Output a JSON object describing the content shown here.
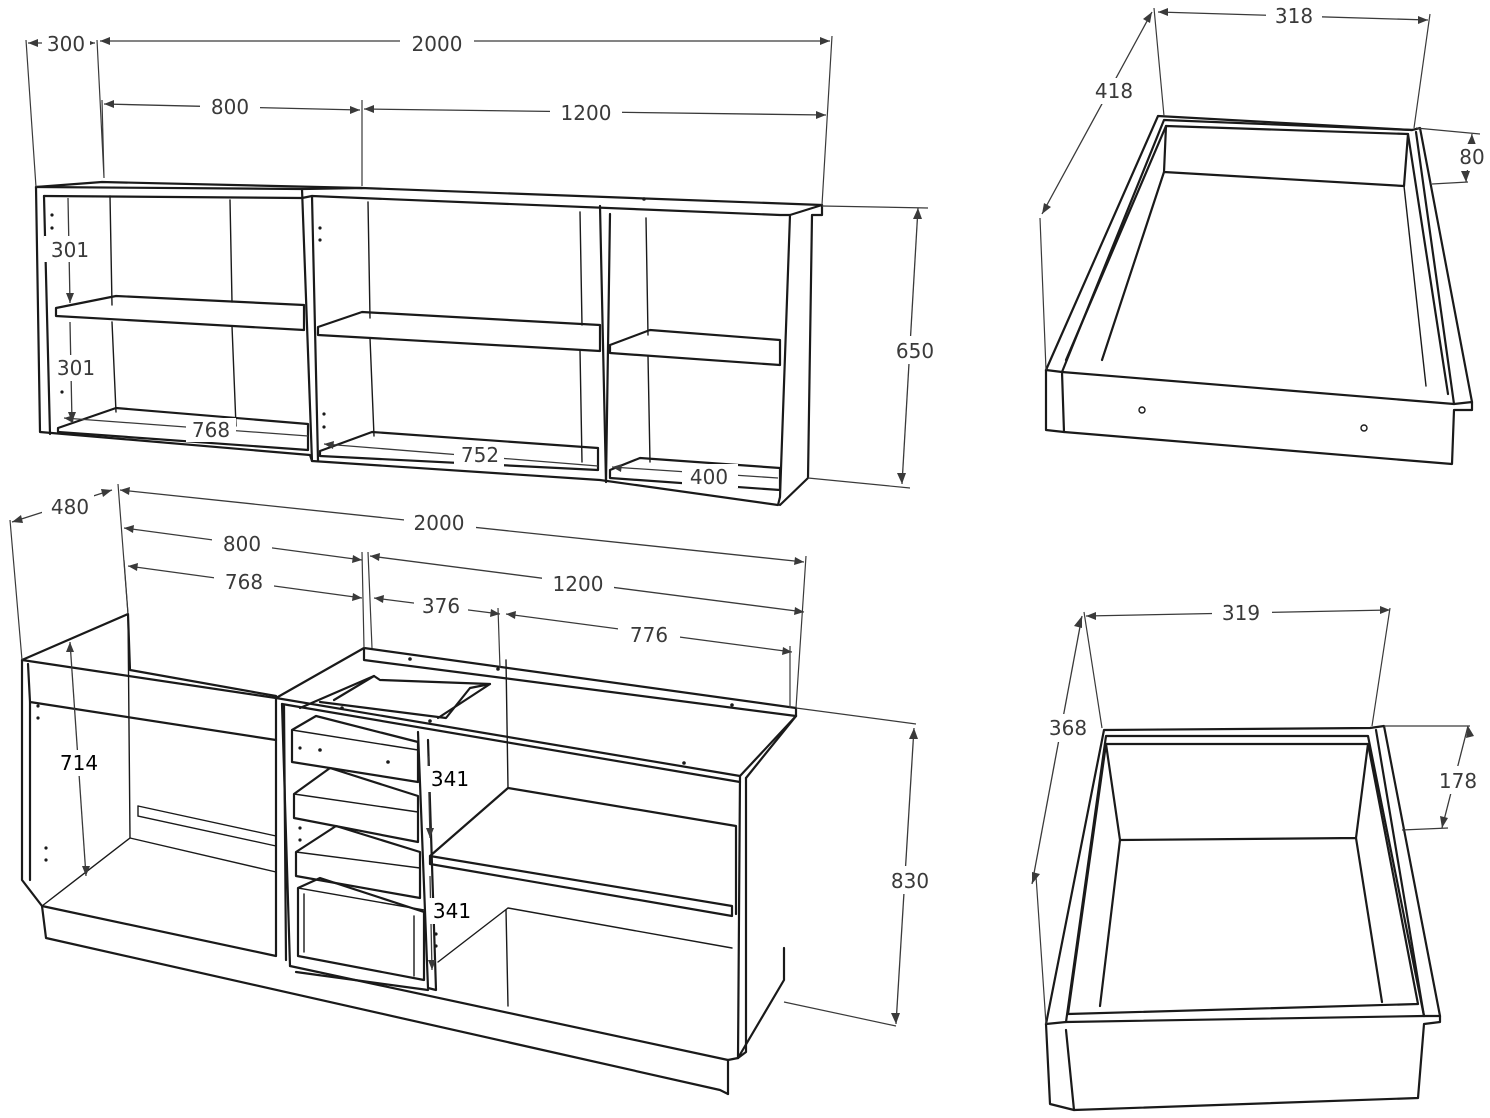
{
  "upper_cabinet": {
    "total_width": "2000",
    "depth": "300",
    "left_width": "800",
    "right_width": "1200",
    "height": "650",
    "shelf_gap_top": "301",
    "shelf_gap_bottom": "301",
    "inner_width_left": "768",
    "inner_width_middle": "752",
    "inner_width_right": "400"
  },
  "lower_cabinet": {
    "total_width": "2000",
    "depth": "480",
    "left_width": "800",
    "left_inner_width": "768",
    "right_width": "1200",
    "drawer_section_width": "376",
    "open_section_width": "776",
    "inner_height": "714",
    "height": "830",
    "drawer_gap_upper": "341",
    "drawer_gap_lower": "341"
  },
  "drawer_small": {
    "width": "318",
    "depth": "418",
    "height": "80"
  },
  "drawer_large": {
    "width": "319",
    "depth": "368",
    "height": "178"
  }
}
